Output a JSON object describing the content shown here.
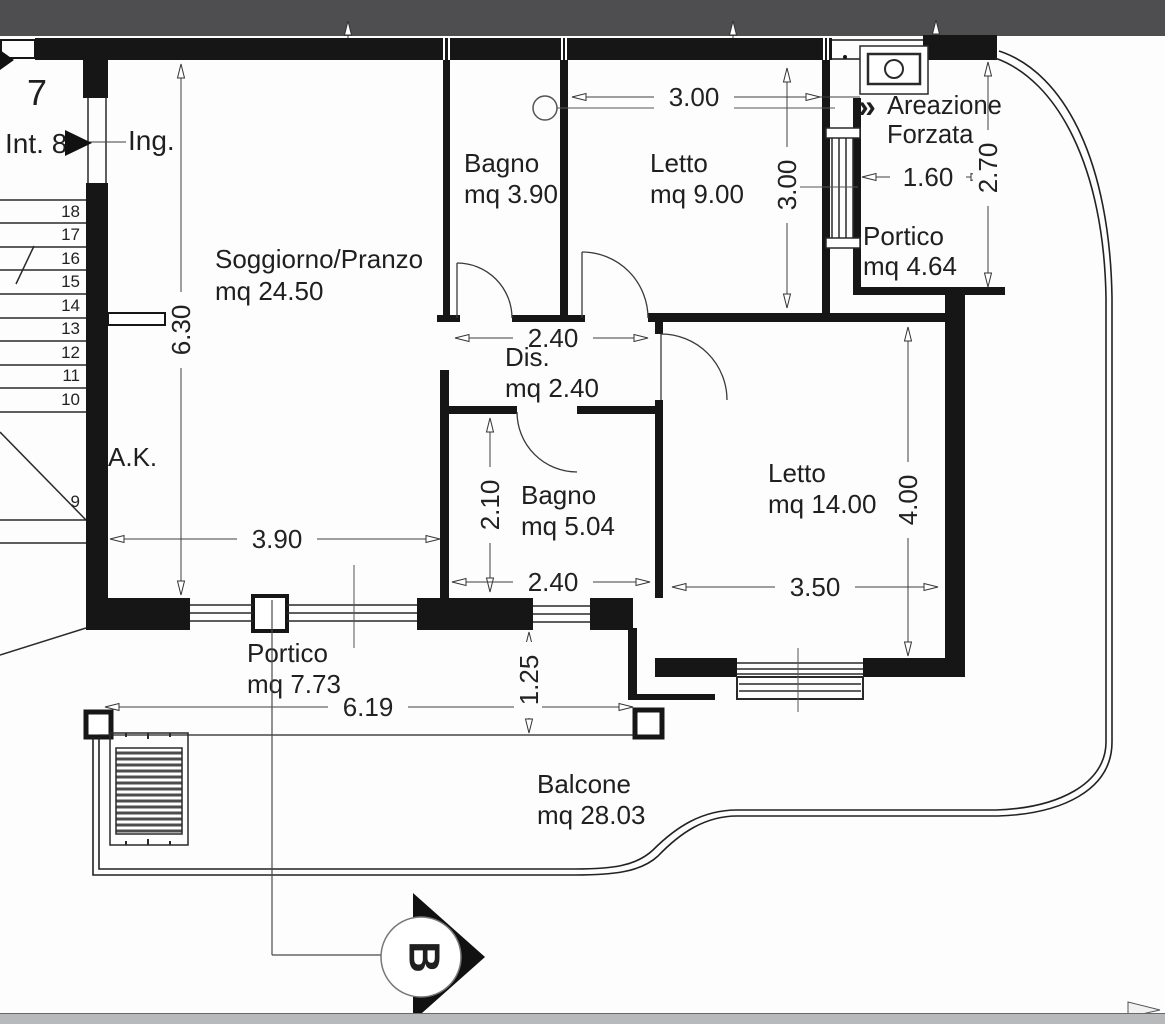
{
  "drawing": {
    "title_hint": "apartment floor plan",
    "unit_label": "Int. 8",
    "entry_label": "Ing.",
    "stair_landing_number": "7",
    "kitchen_label": "A.K.",
    "ventilation": {
      "line1": "Areazione",
      "line2": "Forzata",
      "chevron_icon": "»"
    },
    "section_marker": "B",
    "rooms": {
      "soggiorno": {
        "name": "Soggiorno/Pranzo",
        "area": "mq 24.50"
      },
      "bagno_small": {
        "name": "Bagno",
        "area": "mq 3.90"
      },
      "letto_small": {
        "name": "Letto",
        "area": "mq 9.00"
      },
      "portico_small": {
        "name": "Portico",
        "area": "mq 4.64"
      },
      "disimpegno": {
        "name": "Dis.",
        "area": "mq 2.40"
      },
      "bagno_large": {
        "name": "Bagno",
        "area": "mq 5.04"
      },
      "letto_large": {
        "name": "Letto",
        "area": "mq 14.00"
      },
      "portico_large": {
        "name": "Portico",
        "area": "mq 7.73"
      },
      "balcone": {
        "name": "Balcone",
        "area": "mq 28.03"
      }
    },
    "dimensions": {
      "soggiorno_height": "6.30",
      "soggiorno_width": "3.90",
      "letto_small_width": "3.00",
      "letto_small_height": "3.00",
      "portico_small_width": "1.60",
      "portico_small_height": "2.70",
      "dis_width": "2.40",
      "bagno_large_height": "2.10",
      "bagno_large_width": "2.40",
      "letto_large_width": "3.50",
      "letto_large_height": "4.00",
      "portico_large_width": "6.19",
      "portico_large_depth": "1.25"
    },
    "stairs": {
      "treads": [
        "18",
        "17",
        "16",
        "15",
        "14",
        "13",
        "12",
        "11",
        "10"
      ],
      "lower_tread": "9"
    }
  }
}
